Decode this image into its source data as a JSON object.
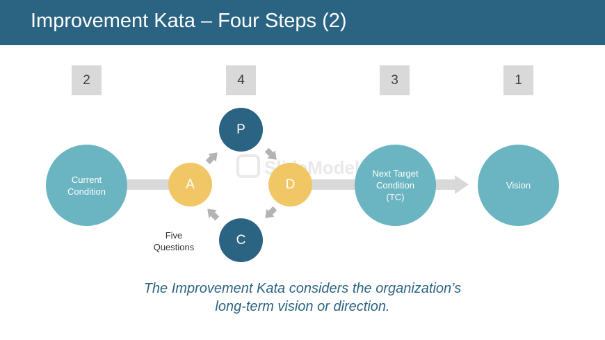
{
  "header": {
    "title": "Improvement Kata – Four Steps (2)"
  },
  "steps": {
    "current_num": "2",
    "pdca_num": "4",
    "target_num": "3",
    "vision_num": "1"
  },
  "nodes": {
    "current_condition": "Current Condition",
    "next_target_condition": "Next Target Condition (TC)",
    "vision": "Vision"
  },
  "pdca": {
    "plan": "P",
    "do": "D",
    "check": "C",
    "act": "A"
  },
  "labels": {
    "five_questions": "Five Questions"
  },
  "caption": "The Improvement  Kata considers the organization’s long-term vision or direction.",
  "watermark": {
    "text": "SlideModel",
    "icon": "slidemodel-logo-icon"
  },
  "colors": {
    "header": "#2b6482",
    "teal": "#6ab5c1",
    "dark_blue": "#2b6482",
    "yellow": "#f1c766",
    "gray": "#d9d9d9"
  }
}
